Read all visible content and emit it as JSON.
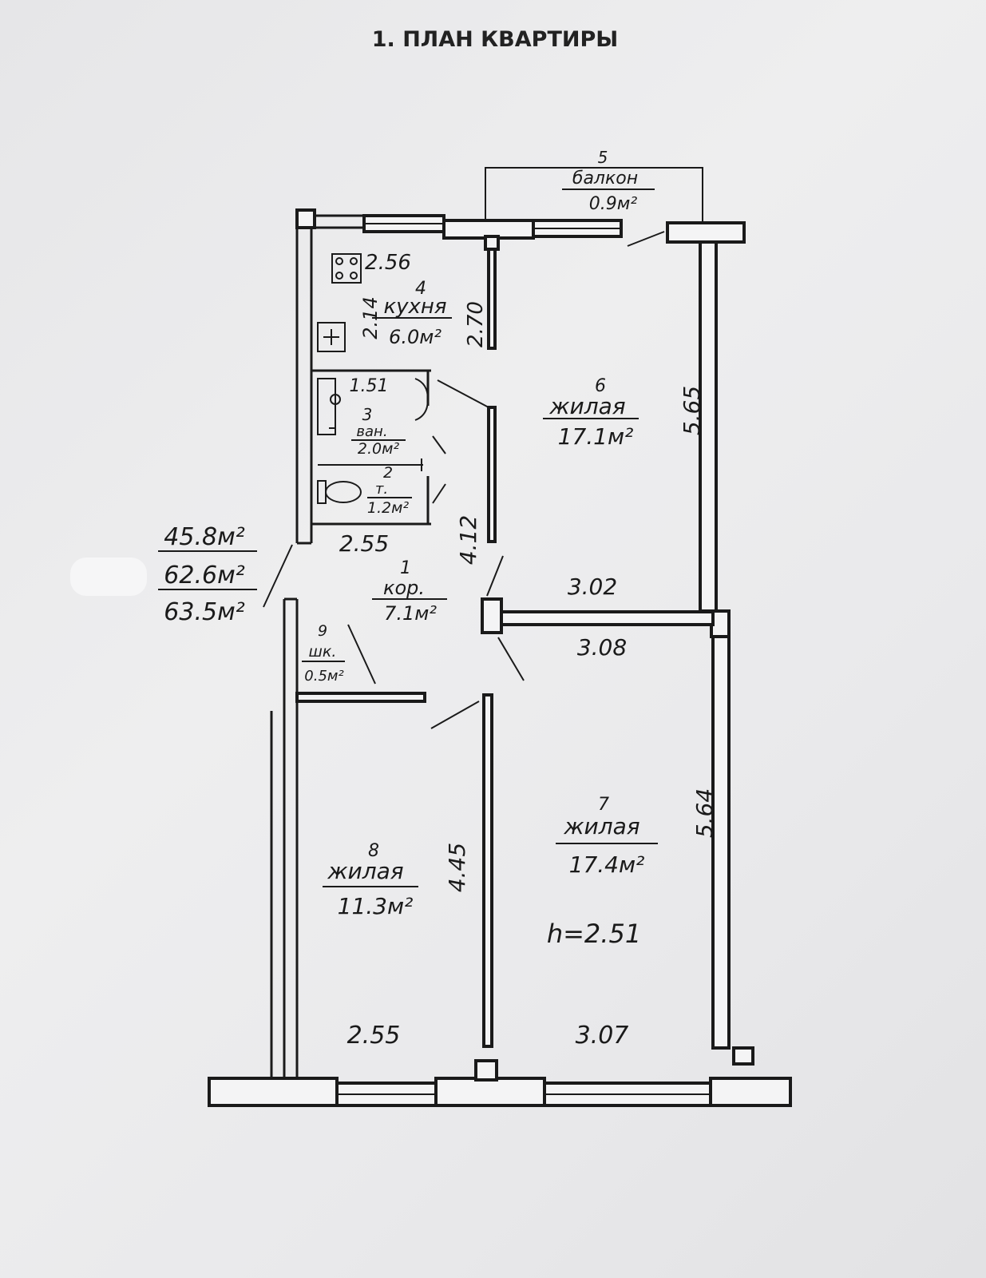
{
  "title": "1. ПЛАН КВАРТИРЫ",
  "height_label": "h=2.51",
  "totals": {
    "living": "45.8м²",
    "total": "62.6м²",
    "total_with_balcony": "63.5м²"
  },
  "rooms": [
    {
      "num": "1",
      "name": "кор.",
      "area": "7.1м²"
    },
    {
      "num": "2",
      "name": "т.",
      "area": "1.2м²"
    },
    {
      "num": "3",
      "name": "ван.",
      "area": "2.0м²"
    },
    {
      "num": "4",
      "name": "кухня",
      "area": "6.0м²"
    },
    {
      "num": "5",
      "name": "балкон",
      "area": "0.9м²"
    },
    {
      "num": "6",
      "name": "жилая",
      "area": "17.1м²"
    },
    {
      "num": "7",
      "name": "жилая",
      "area": "17.4м²"
    },
    {
      "num": "8",
      "name": "жилая",
      "area": "11.3м²"
    },
    {
      "num": "9",
      "name": "шк.",
      "area": "0.5м²"
    }
  ],
  "dimensions": {
    "kitchen_width": "2.56",
    "kitchen_depth": "2.14",
    "kitchen_partition": "2.70",
    "bath_width": "1.51",
    "wc_width": "2.55",
    "corridor_length": "4.12",
    "room6_length": "5.65",
    "room6_width": "3.02",
    "room7_width_top": "3.08",
    "room7_length": "5.64",
    "room8_length": "4.45",
    "room8_width": "2.55",
    "room7_width_bottom": "3.07"
  },
  "colors": {
    "line": "#1a1a1a",
    "paper": "#ececee"
  }
}
